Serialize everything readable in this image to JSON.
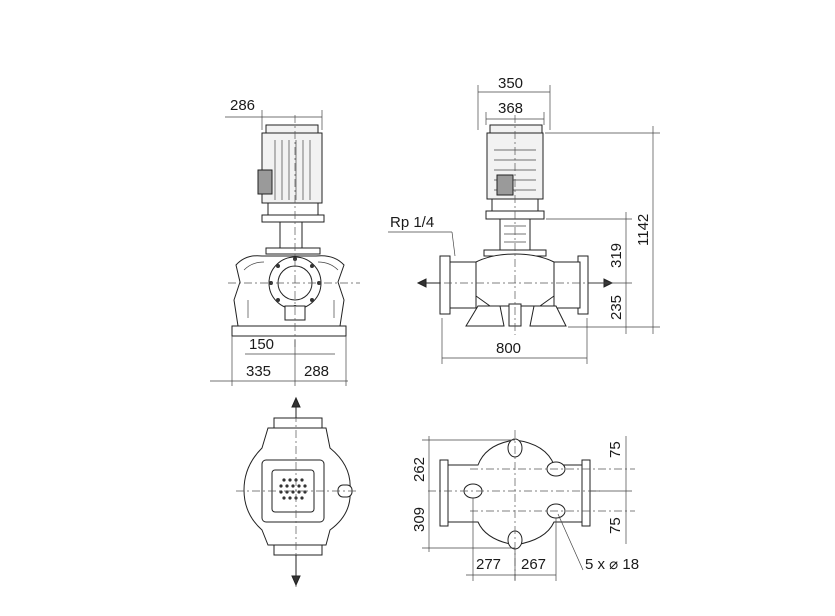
{
  "dimensions": {
    "front_motor_width": "286",
    "front_offset_150": "150",
    "front_base_left": "335",
    "front_base_right": "288",
    "side_width_350": "350",
    "side_width_368": "368",
    "side_height_total": "1142",
    "side_height_319": "319",
    "side_height_235": "235",
    "side_flange_length": "800",
    "connection_label": "Rp 1/4",
    "base_262": "262",
    "base_309": "309",
    "base_75_top": "75",
    "base_75_bottom": "75",
    "base_277": "277",
    "base_267": "267",
    "holes_label": "5 x ⌀ 18"
  }
}
